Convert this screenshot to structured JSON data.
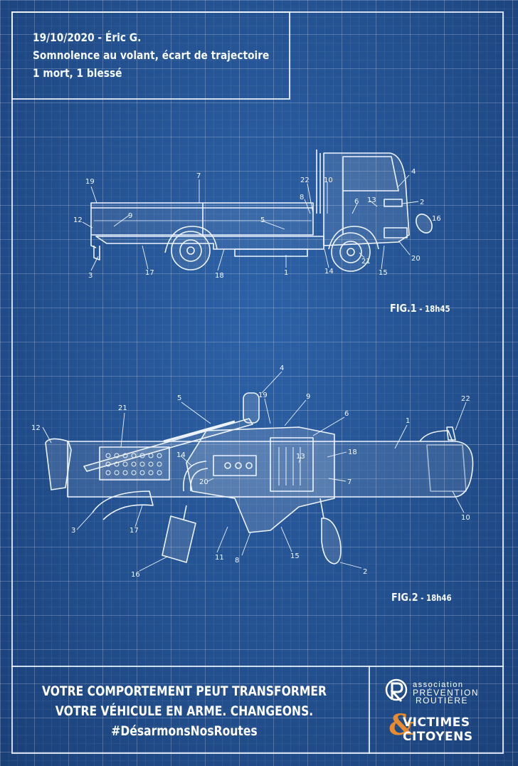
{
  "header": {
    "line1": "19/10/2020 - Éric G.",
    "line2": "Somnolence au volant, écart de trajectoire",
    "line3": "1 mort, 1 blessé"
  },
  "fig1": {
    "label_main": "FIG.1",
    "label_sep": " - ",
    "label_time": "18h45",
    "callouts": [
      "19",
      "7",
      "22",
      "10",
      "4",
      "12",
      "9",
      "8",
      "13",
      "2",
      "6",
      "5",
      "16",
      "3",
      "17",
      "18",
      "1",
      "14",
      "21",
      "15",
      "20"
    ]
  },
  "fig2": {
    "label_main": "FIG.2",
    "label_sep": " - ",
    "label_time": "18h46",
    "callouts": [
      "4",
      "5",
      "19",
      "9",
      "21",
      "6",
      "22",
      "12",
      "1",
      "14",
      "13",
      "18",
      "20",
      "7",
      "3",
      "17",
      "10",
      "11",
      "8",
      "15",
      "16",
      "2"
    ]
  },
  "slogan": {
    "line1": "VOTRE COMPORTEMENT PEUT TRANSFORMER",
    "line2": "VOTRE VÉHICULE EN ARME. CHANGEONS.",
    "line3": "#DésarmonsNosRoutes"
  },
  "logos": {
    "prevention_line1": "association",
    "prevention_line2": "PRÉVENTION",
    "prevention_line3": "ROUTIÈRE",
    "vc_line1": "VICTIMES",
    "vc_line2": "CITOYENS",
    "amp_color": "#e98a2c"
  },
  "colors": {
    "blueprint": "#235497",
    "line": "#f4f8ff"
  }
}
